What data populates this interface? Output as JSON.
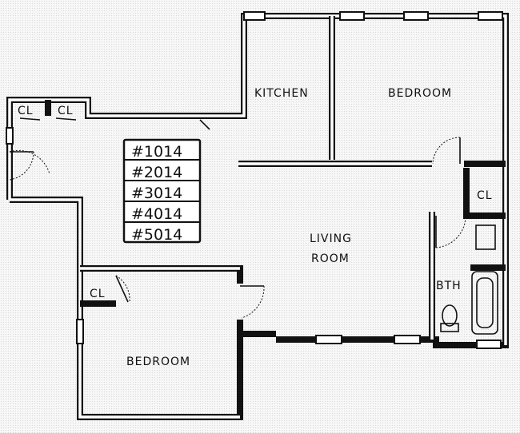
{
  "rooms": {
    "kitchen": "KITCHEN",
    "bedroom_top": "BEDROOM",
    "living_1": "LIVING",
    "living_2": "ROOM",
    "bath": "BTH",
    "bedroom_bottom": "BEDROOM",
    "closet": "CL"
  },
  "units": [
    "#1014",
    "#2014",
    "#3014",
    "#4014",
    "#5014"
  ]
}
